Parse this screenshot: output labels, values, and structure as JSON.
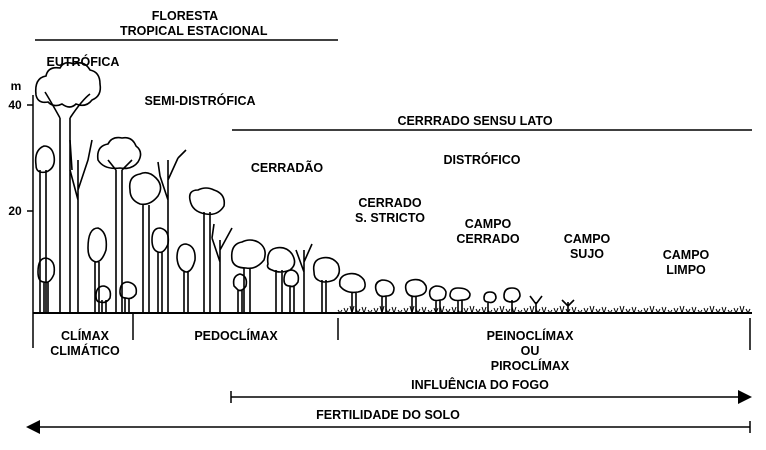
{
  "colors": {
    "ink": "#000000",
    "background": "#ffffff"
  },
  "header": {
    "line1": "FLORESTA",
    "line2": "TROPICAL ESTACIONAL"
  },
  "axis": {
    "unit": "m",
    "tick_40": "40",
    "tick_20": "20"
  },
  "vegetation": {
    "eutrofica": "EUTRÓFICA",
    "semi_distrofica": "SEMI-DISTRÓFICA",
    "cerrado_sensu_lato": "CERRRADO SENSU LATO",
    "distrofico": "DISTRÓFICO",
    "cerradao": "CERRADÃO",
    "cerrado_stricto": {
      "line1": "CERRADO",
      "line2": "S. STRICTO"
    },
    "campo_cerrado": {
      "line1": "CAMPO",
      "line2": "CERRADO"
    },
    "campo_sujo": {
      "line1": "CAMPO",
      "line2": "SUJO"
    },
    "campo_limpo": {
      "line1": "CAMPO",
      "line2": "LIMPO"
    }
  },
  "climax": {
    "climatico": {
      "line1": "CLÍMAX",
      "line2": "CLIMÁTICO"
    },
    "pedoclimax": "PEDOCLÍMAX",
    "peinoclimax": {
      "line1": "PEINOCLÍMAX",
      "line2": "OU",
      "line3": "PIROCLÍMAX"
    }
  },
  "gradients": {
    "fogo": "INFLUÊNCIA DO FOGO",
    "fertilidade": "FERTILIDADE DO SOLO"
  }
}
